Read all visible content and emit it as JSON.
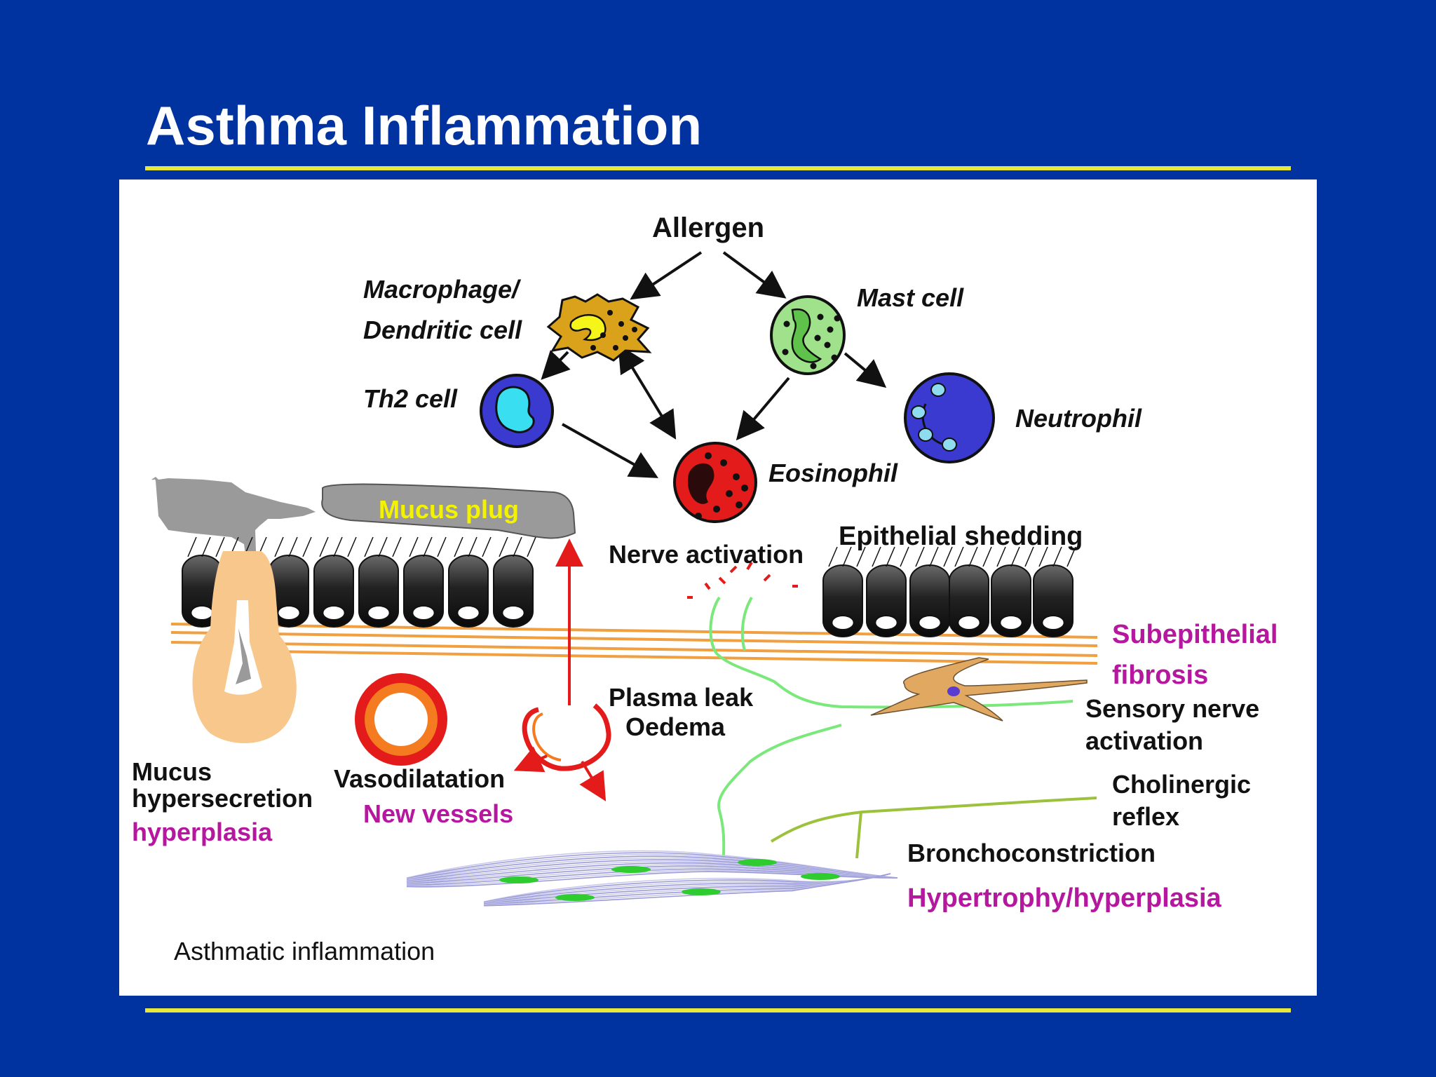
{
  "title": "Asthma Inflammation",
  "colors": {
    "background": "#0033a0",
    "rule": "#e8e83a",
    "title": "#ffffff",
    "magenta_label": "#b5179e",
    "yellow_label": "#f3f300"
  },
  "diagram": {
    "cells": {
      "allergen": "Allergen",
      "macrophage_line1": "Macrophage/",
      "macrophage_line2": "Dendritic cell",
      "mast_cell": "Mast cell",
      "th2_cell": "Th2 cell",
      "neutrophil": "Neutrophil",
      "eosinophil": "Eosinophil"
    },
    "airway": {
      "mucus_plug": "Mucus plug",
      "nerve_activation": "Nerve activation",
      "epithelial_shedding": "Epithelial shedding",
      "subepithelial_line1": "Subepithelial",
      "subepithelial_line2": "fibrosis",
      "plasma_leak": "Plasma leak",
      "oedema": "Oedema",
      "sensory_line1": "Sensory nerve",
      "sensory_line2": "activation",
      "mucus_line1": "Mucus",
      "mucus_line2": "hypersecretion",
      "mucus_line3": "hyperplasia",
      "vasodilatation": "Vasodilatation",
      "new_vessels": "New vessels",
      "cholinergic_line1": "Cholinergic",
      "cholinergic_line2": "reflex",
      "bronchoconstriction": "Bronchoconstriction",
      "hypertrophy": "Hypertrophy/hyperplasia"
    },
    "caption": "Asthmatic inflammation"
  }
}
